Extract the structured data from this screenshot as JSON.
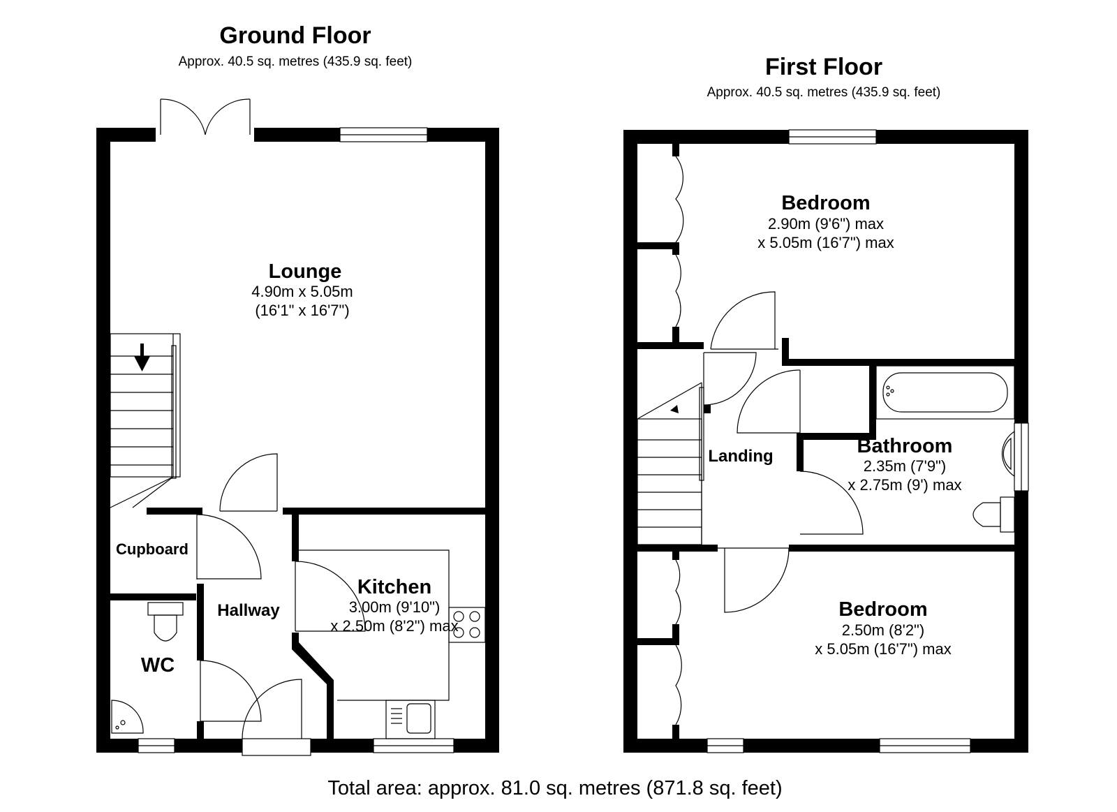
{
  "ground_floor": {
    "title": "Ground Floor",
    "area": "Approx. 40.5 sq. metres (435.9 sq. feet)",
    "rooms": {
      "lounge": {
        "name": "Lounge",
        "dim1": "4.90m x 5.05m",
        "dim2": "(16'1\" x 16'7\")"
      },
      "kitchen": {
        "name": "Kitchen",
        "dim1": "3.00m (9'10\")",
        "dim2": "x 2.50m (8'2\") max"
      },
      "hallway": {
        "name": "Hallway"
      },
      "cupboard": {
        "name": "Cupboard"
      },
      "wc": {
        "name": "WC"
      }
    }
  },
  "first_floor": {
    "title": "First Floor",
    "area": "Approx. 40.5 sq. metres (435.9 sq. feet)",
    "rooms": {
      "bedroom_rear": {
        "name": "Bedroom",
        "dim1": "2.90m (9'6\") max",
        "dim2": "x 5.05m (16'7\") max"
      },
      "bathroom": {
        "name": "Bathroom",
        "dim1": "2.35m (7'9\")",
        "dim2": "x 2.75m (9') max"
      },
      "landing": {
        "name": "Landing"
      },
      "bedroom_front": {
        "name": "Bedroom",
        "dim1": "2.50m (8'2\")",
        "dim2": "x 5.05m (16'7\") max"
      }
    }
  },
  "total_area": "Total area: approx. 81.0 sq. metres (871.8 sq. feet)",
  "colors": {
    "wall": "#000000",
    "background": "#ffffff"
  }
}
